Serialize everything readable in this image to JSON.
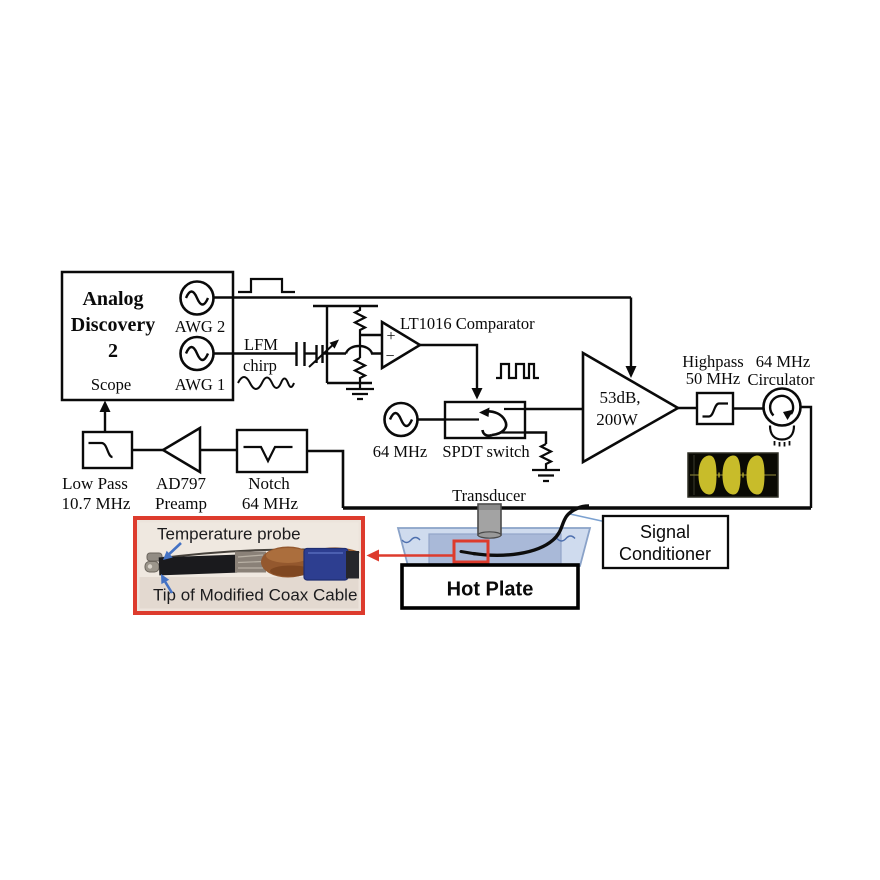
{
  "ad2": {
    "title_l1": "Analog",
    "title_l2": "Discovery",
    "title_l3": "2",
    "scope": "Scope",
    "awg2": "AWG 2",
    "awg1": "AWG 1"
  },
  "tx": {
    "lfm_l1": "LFM",
    "lfm_l2": "chirp",
    "comparator": "LT1016 Comparator",
    "plus": "+",
    "minus": "−",
    "osc": "64 MHz",
    "spdt": "SPDT switch",
    "amp_l1": "53dB,",
    "amp_l2": "200W",
    "hp_l1": "Highpass",
    "hp_l2": "50 MHz",
    "circ_l1": "64 MHz",
    "circ_l2": "Circulator"
  },
  "rx": {
    "lp_l1": "Low Pass",
    "lp_l2": "10.7 MHz",
    "pre_l1": "AD797",
    "pre_l2": "Preamp",
    "notch_l1": "Notch",
    "notch_l2": "64 MHz"
  },
  "bottom": {
    "transducer": "Transducer",
    "sc_l1": "Signal",
    "sc_l2": "Conditioner",
    "hot_plate": "Hot Plate"
  },
  "inset": {
    "probe": "Temperature probe",
    "tip": "Tip of Modified Coax Cable"
  },
  "colors": {
    "line": "#0a0a0a",
    "inset_border": "#dd3b2d",
    "annotation_blue": "#4472c4",
    "tank_fill": "#cfdbee",
    "tank_inner": "#a9b9d8",
    "scope_bg": "#0a0a04",
    "scope_trace": "#c8bc2a",
    "transducer_gray": "#a3a3a3"
  }
}
